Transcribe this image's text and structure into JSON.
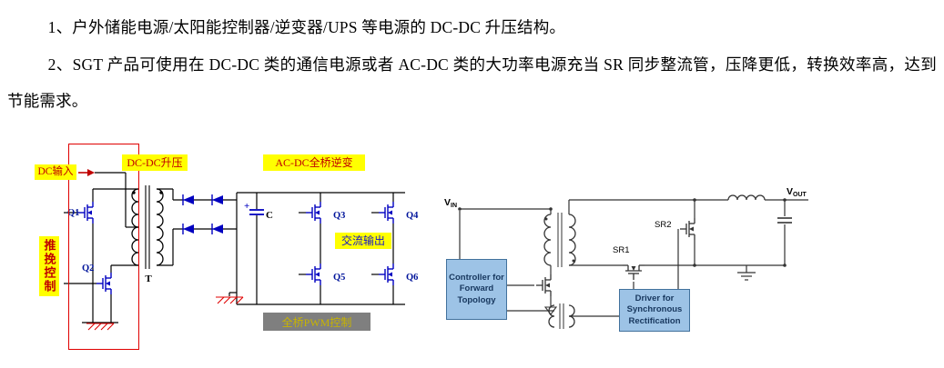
{
  "paragraphs": [
    {
      "text": "1、户外储能电源/太阳能控制器/逆变器/UPS 等电源的 DC-DC 升压结构。"
    },
    {
      "text": "2、SGT 产品可使用在 DC-DC 类的通信电源或者 AC-DC 类的大功率电源充当 SR 同步整流管，压降更低，转换效率高，达到节能需求。"
    }
  ],
  "left_diagram": {
    "labels": {
      "dc_input": "DC输入",
      "dcdc_boost": "DC-DC升压",
      "acdc_bridge": "AC-DC全桥逆变",
      "push_pull": "推挽控制",
      "ac_output": "交流输出",
      "pwm_control": "全桥PWM控制"
    },
    "components": {
      "q1": "Q1",
      "q2": "Q2",
      "q3": "Q3",
      "q4": "Q4",
      "q5": "Q5",
      "q6": "Q6",
      "transformer": "T",
      "capacitor": "C",
      "plus": "+"
    },
    "colors": {
      "label_bg": "#FFFF00",
      "label_text": "#C00000",
      "output_text": "#1414C8",
      "pwm_bg": "#7F7F7F",
      "pwm_text": "#C8B400",
      "device": "#0000C0",
      "highlight": "#E00000"
    }
  },
  "right_diagram": {
    "labels": {
      "v": "V",
      "in": "IN",
      "out": "OUT",
      "sr1": "SR1",
      "sr2": "SR2",
      "controller": "Controller for Forward Topology",
      "driver": "Driver for Synchronous Rectification"
    },
    "colors": {
      "box_bg": "#9DC3E6",
      "box_border": "#41719C",
      "box_text": "#17375E",
      "wire": "#333333"
    }
  }
}
